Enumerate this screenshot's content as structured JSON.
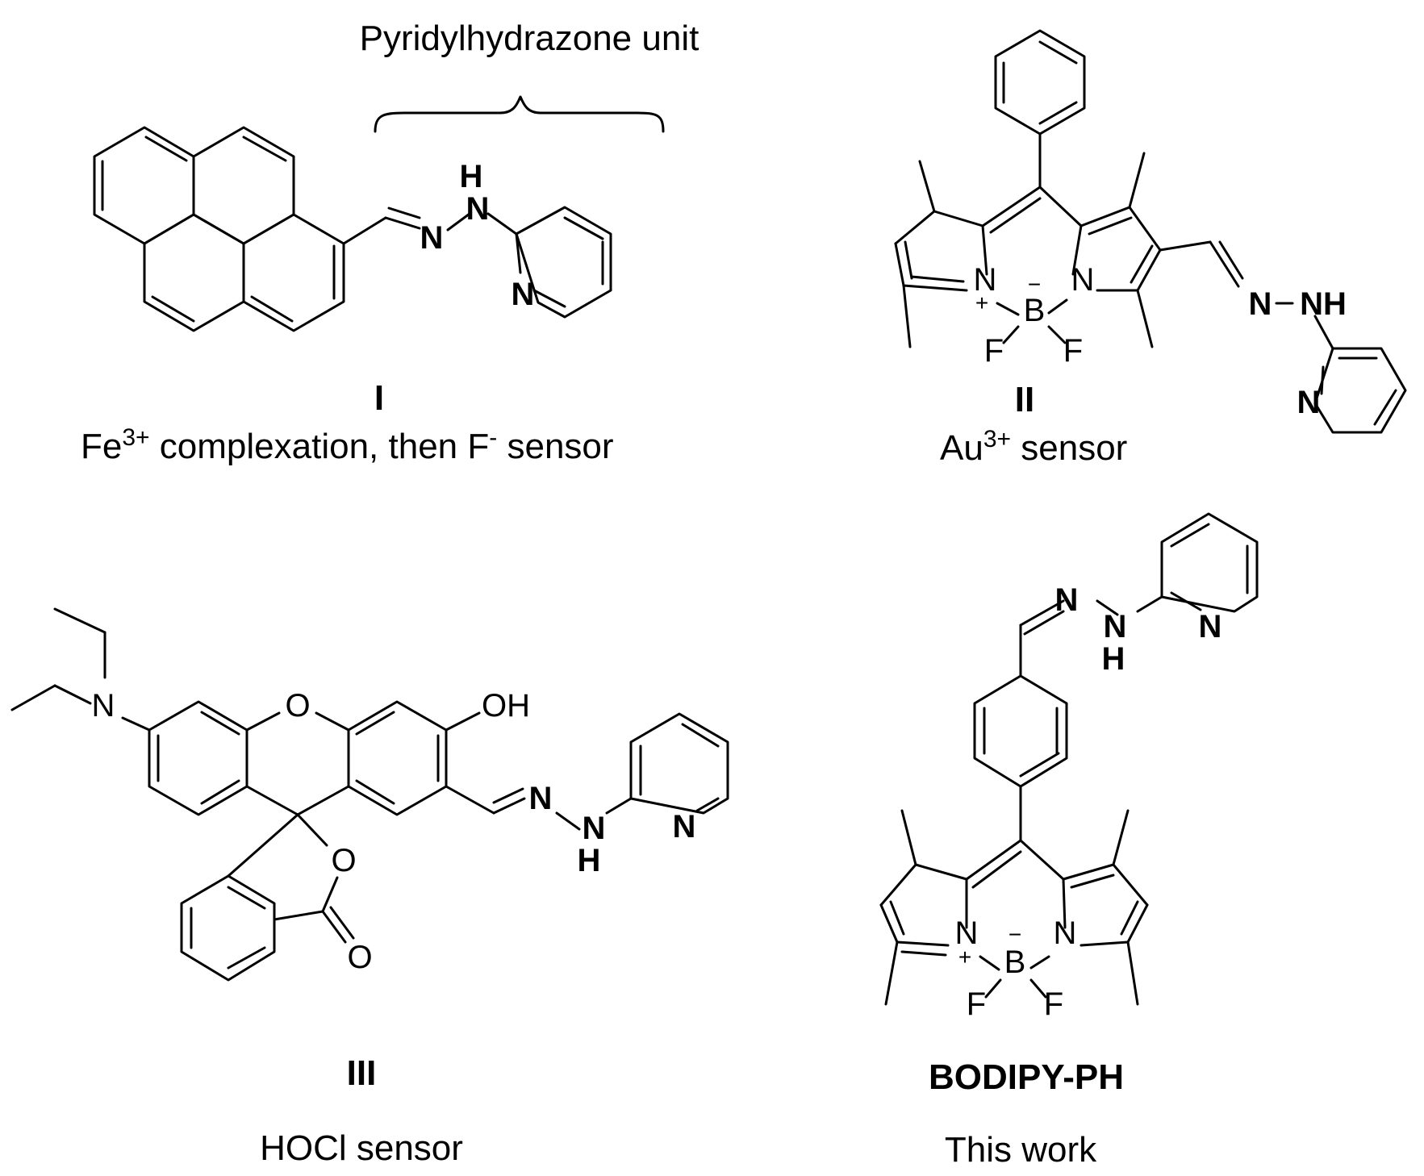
{
  "header": {
    "brace_label": "Pyridylhydrazone unit"
  },
  "compounds": [
    {
      "id": "I",
      "caption_main": "Fe",
      "caption_sup1": "3+",
      "caption_mid": " complexation, then F",
      "caption_sup2": "-",
      "caption_end": " sensor"
    },
    {
      "id": "II",
      "caption_main": "Au",
      "caption_sup": "3+",
      "caption_end": " sensor"
    },
    {
      "id": "III",
      "caption": "HOCl sensor"
    },
    {
      "id": "BODIPY-PH",
      "caption": "This work"
    }
  ],
  "atoms": {
    "H": "H",
    "N": "N",
    "NH": "NH",
    "O": "O",
    "OH": "OH",
    "B": "B",
    "F": "F",
    "plus": "+",
    "minus": "−"
  }
}
